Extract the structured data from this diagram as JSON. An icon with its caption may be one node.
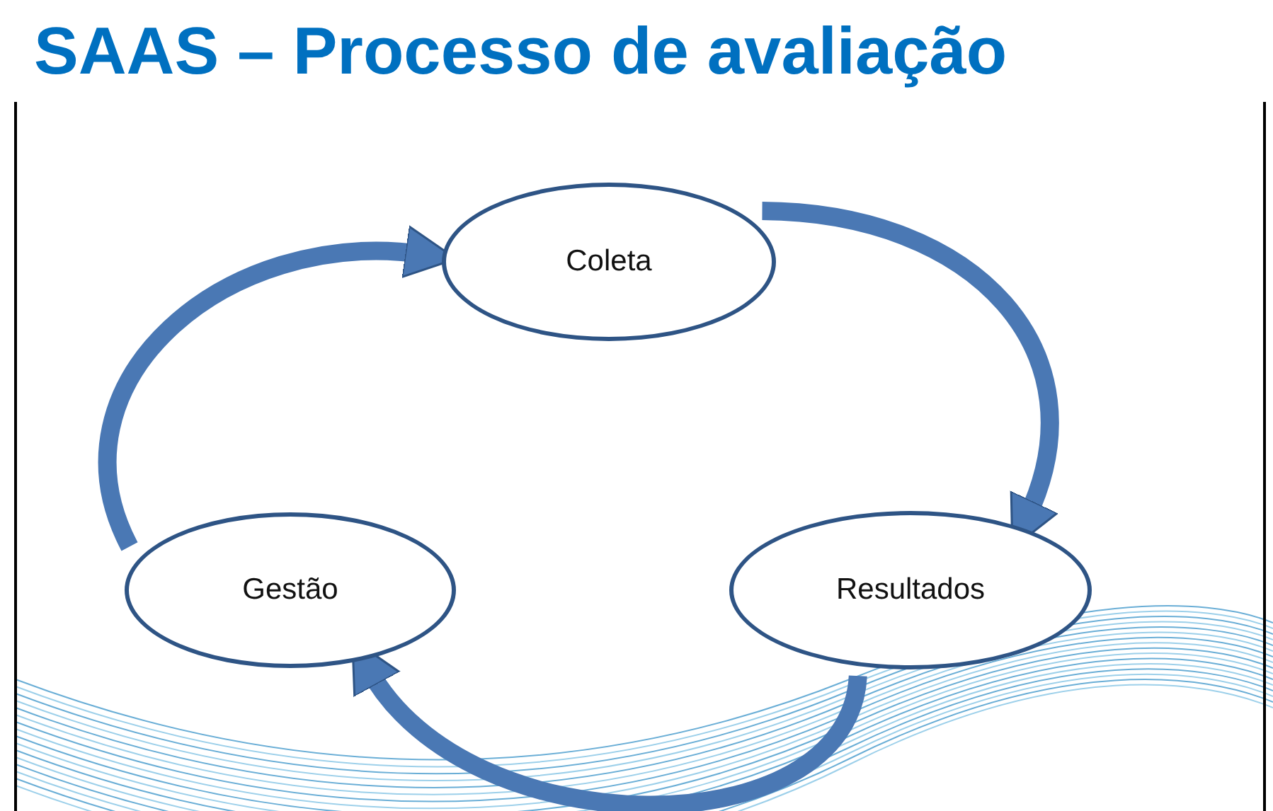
{
  "diagram": {
    "title": "SAAS – Processo de avaliação",
    "nodes": [
      {
        "text": [
          "Coleta"
        ]
      },
      {
        "text": [
          "Gestão"
        ]
      },
      {
        "text": [
          "Resultados"
        ]
      }
    ],
    "edges": [
      {
        "from": 0,
        "to": 2,
        "arrow": "to"
      },
      {
        "from": 2,
        "to": 1,
        "arrow": "to"
      },
      {
        "from": 1,
        "to": 0,
        "arrow": "to"
      }
    ]
  }
}
